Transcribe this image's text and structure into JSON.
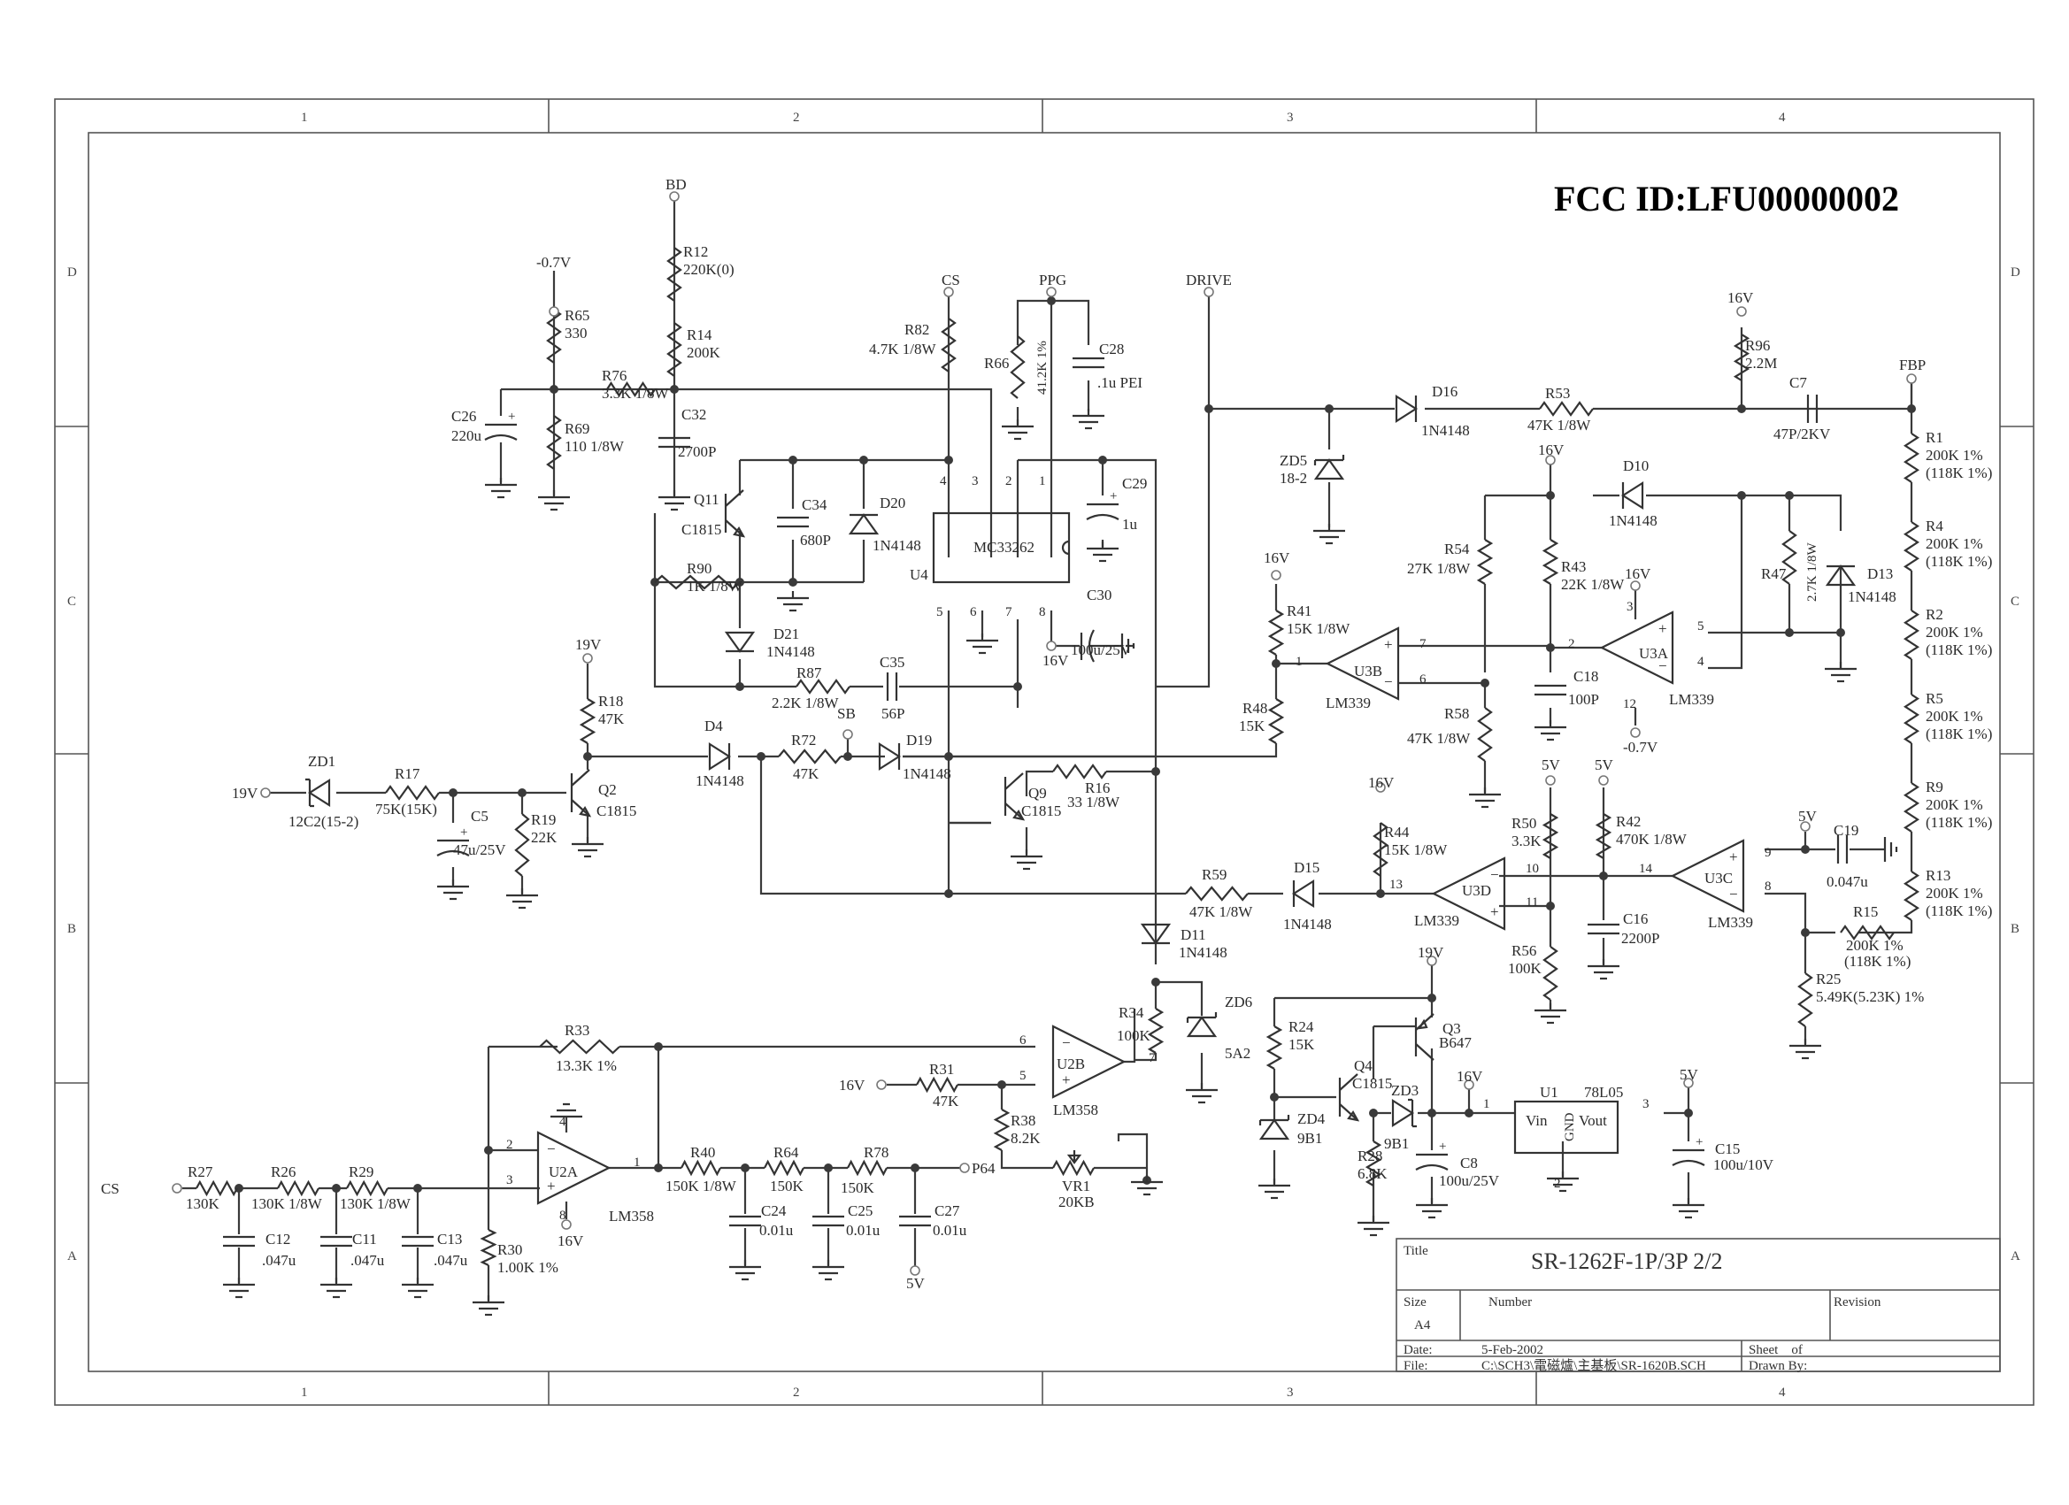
{
  "fcc_id": "FCC ID:LFU00000002",
  "border": {
    "columns": [
      "1",
      "2",
      "3",
      "4"
    ],
    "rows": [
      "D",
      "C",
      "B",
      "A"
    ]
  },
  "title_block": {
    "title_label": "Title",
    "title": "SR-1262F-1P/3P 2/2",
    "size_label": "Size",
    "size": "A4",
    "number_label": "Number",
    "number": "",
    "revision_label": "Revision",
    "revision": "",
    "date_label": "Date:",
    "date": "5-Feb-2002",
    "sheet_label": "Sheet    of",
    "file_label": "File:",
    "file": "C:\\SCH3\\電磁爐\\主基板\\SR-1620B.SCH",
    "drawn_by_label": "Drawn By:"
  },
  "ports": {
    "BD": "BD",
    "m07a": "-0.7V",
    "CS_top": "CS",
    "PPG": "PPG",
    "DRIVE": "DRIVE",
    "v16_r96": "16V",
    "FBP": "FBP",
    "v16_d10": "16V",
    "v16_r41": "16V",
    "v16_u3a": "16V",
    "m07b": "-0.7V",
    "v19_r18": "19V",
    "v19_in": "19V",
    "SB": "SB",
    "v16_c30": "16V",
    "v16_r44": "16V",
    "v5_r50": "5V",
    "v5_r42": "5V",
    "v5_c19": "5V",
    "v19_q3": "19V",
    "v16_u1": "16V",
    "v5_u1": "5V",
    "v16_r31": "16V",
    "P64": "P64",
    "v5_c27": "5V",
    "CS_left": "CS",
    "v16_u2a": "16V"
  },
  "components": {
    "R12": {
      "ref": "R12",
      "val": "220K(0)"
    },
    "R14": {
      "ref": "R14",
      "val": "200K"
    },
    "R65": {
      "ref": "R65",
      "val": "330"
    },
    "R76": {
      "ref": "R76",
      "val": "3.3K 1/8W"
    },
    "R69": {
      "ref": "R69",
      "val": "110 1/8W"
    },
    "C26": {
      "ref": "C26",
      "val": "220u"
    },
    "C32": {
      "ref": "C32",
      "val": "2700P"
    },
    "R82": {
      "ref": "R82",
      "val": "4.7K 1/8W"
    },
    "R66": {
      "ref": "R66",
      "val": "41.2K 1%"
    },
    "C28": {
      "ref": "C28",
      "val": ".1u PEI"
    },
    "C29": {
      "ref": "C29",
      "val": "1u"
    },
    "C30": {
      "ref": "C30",
      "val": "100u/25V"
    },
    "U4": {
      "ref": "U4",
      "val": "MC33262"
    },
    "Q11": {
      "ref": "Q11",
      "val": "C1815"
    },
    "C34": {
      "ref": "C34",
      "val": "680P"
    },
    "D20": {
      "ref": "D20",
      "val": "1N4148"
    },
    "R90": {
      "ref": "R90",
      "val": "1K 1/8W"
    },
    "D21": {
      "ref": "D21",
      "val": "1N4148"
    },
    "R87": {
      "ref": "R87",
      "val": "2.2K 1/8W"
    },
    "C35": {
      "ref": "C35",
      "val": "56P"
    },
    "D16": {
      "ref": "D16",
      "val": "1N4148"
    },
    "R53": {
      "ref": "R53",
      "val": "47K 1/8W"
    },
    "ZD5": {
      "ref": "ZD5",
      "val": "18-2"
    },
    "R96": {
      "ref": "R96",
      "val": "2.2M"
    },
    "C7": {
      "ref": "C7",
      "val": "47P/2KV"
    },
    "R1": {
      "ref": "R1",
      "val": "200K 1%",
      "alt": "(118K 1%)"
    },
    "R4": {
      "ref": "R4",
      "val": "200K 1%",
      "alt": "(118K 1%)"
    },
    "R2": {
      "ref": "R2",
      "val": "200K 1%",
      "alt": "(118K 1%)"
    },
    "R5": {
      "ref": "R5",
      "val": "200K 1%",
      "alt": "(118K 1%)"
    },
    "R9": {
      "ref": "R9",
      "val": "200K 1%",
      "alt": "(118K 1%)"
    },
    "R13": {
      "ref": "R13",
      "val": "200K 1%",
      "alt": "(118K 1%)"
    },
    "R15": {
      "ref": "R15",
      "val": "200K 1%",
      "alt": "(118K 1%)"
    },
    "R25": {
      "ref": "R25",
      "val": "5.49K(5.23K) 1%"
    },
    "D10": {
      "ref": "D10",
      "val": "1N4148"
    },
    "R54": {
      "ref": "R54",
      "val": "27K 1/8W"
    },
    "R43": {
      "ref": "R43",
      "val": "22K 1/8W"
    },
    "R47": {
      "ref": "R47",
      "val": "2.7K 1/8W"
    },
    "D13": {
      "ref": "D13",
      "val": "1N4148"
    },
    "U3A": {
      "ref": "U3A",
      "val": "LM339"
    },
    "U3B": {
      "ref": "U3B",
      "val": "LM339"
    },
    "U3C": {
      "ref": "U3C",
      "val": "LM339"
    },
    "U3D": {
      "ref": "U3D",
      "val": "LM339"
    },
    "C18": {
      "ref": "C18",
      "val": "100P"
    },
    "R41": {
      "ref": "R41",
      "val": "15K 1/8W"
    },
    "R48": {
      "ref": "R48",
      "val": "15K"
    },
    "R58": {
      "ref": "R58",
      "val": "47K 1/8W"
    },
    "ZD1": {
      "ref": "ZD1",
      "val": "12C2(15-2)"
    },
    "R17": {
      "ref": "R17",
      "val": "75K(15K)"
    },
    "C5": {
      "ref": "C5",
      "val": "47u/25V"
    },
    "R19": {
      "ref": "R19",
      "val": "22K"
    },
    "R18": {
      "ref": "R18",
      "val": "47K"
    },
    "Q2": {
      "ref": "Q2",
      "val": "C1815"
    },
    "D4": {
      "ref": "D4",
      "val": "1N4148"
    },
    "R72": {
      "ref": "R72",
      "val": "47K"
    },
    "D19": {
      "ref": "D19",
      "val": "1N4148"
    },
    "Q9": {
      "ref": "Q9",
      "val": "C1815"
    },
    "R16": {
      "ref": "R16",
      "val": "33 1/8W"
    },
    "R59": {
      "ref": "R59",
      "val": "47K 1/8W"
    },
    "D15": {
      "ref": "D15",
      "val": "1N4148"
    },
    "R44": {
      "ref": "R44",
      "val": "15K 1/8W"
    },
    "R50": {
      "ref": "R50",
      "val": "3.3K"
    },
    "R56": {
      "ref": "R56",
      "val": "100K"
    },
    "R42": {
      "ref": "R42",
      "val": "470K 1/8W"
    },
    "C16": {
      "ref": "C16",
      "val": "2200P"
    },
    "C19": {
      "ref": "C19",
      "val": "0.047u"
    },
    "D11": {
      "ref": "D11",
      "val": "1N4148"
    },
    "R34": {
      "ref": "R34",
      "val": "100K"
    },
    "ZD6": {
      "ref": "ZD6",
      "val": "5A2"
    },
    "R24": {
      "ref": "R24",
      "val": "15K"
    },
    "Q3": {
      "ref": "Q3",
      "val": "B647"
    },
    "Q4": {
      "ref": "Q4",
      "val": "C1815"
    },
    "ZD3": {
      "ref": "ZD3",
      "val": "9B1"
    },
    "ZD4": {
      "ref": "ZD4",
      "val": "9B1"
    },
    "R28": {
      "ref": "R28",
      "val": "6.8K"
    },
    "C8": {
      "ref": "C8",
      "val": "100u/25V"
    },
    "U1": {
      "ref": "U1",
      "val": "78L05",
      "vin": "Vin",
      "gnd": "GND",
      "vout": "Vout"
    },
    "C15": {
      "ref": "C15",
      "val": "100u/10V"
    },
    "R33": {
      "ref": "R33",
      "val": "13.3K 1%"
    },
    "U2A": {
      "ref": "U2A",
      "val": "LM358"
    },
    "U2B": {
      "ref": "U2B",
      "val": "LM358"
    },
    "R31": {
      "ref": "R31",
      "val": "47K"
    },
    "R38": {
      "ref": "R38",
      "val": "8.2K"
    },
    "VR1": {
      "ref": "VR1",
      "val": "20KB"
    },
    "R27": {
      "ref": "R27",
      "val": "130K"
    },
    "R26": {
      "ref": "R26",
      "val": "130K 1/8W"
    },
    "R29": {
      "ref": "R29",
      "val": "130K 1/8W"
    },
    "C12": {
      "ref": "C12",
      "val": ".047u"
    },
    "C11": {
      "ref": "C11",
      "val": ".047u"
    },
    "C13": {
      "ref": "C13",
      "val": ".047u"
    },
    "R30": {
      "ref": "R30",
      "val": "1.00K 1%"
    },
    "R40": {
      "ref": "R40",
      "val": "150K 1/8W"
    },
    "R64": {
      "ref": "R64",
      "val": "150K"
    },
    "R78": {
      "ref": "R78",
      "val": "150K"
    },
    "C24": {
      "ref": "C24",
      "val": "0.01u"
    },
    "C25": {
      "ref": "C25",
      "val": "0.01u"
    },
    "C27": {
      "ref": "C27",
      "val": "0.01u"
    }
  },
  "pins": {
    "u4": [
      "4",
      "3",
      "2",
      "1",
      "5",
      "6",
      "7",
      "8"
    ],
    "u3b": [
      "1",
      "7",
      "6"
    ],
    "u3a": [
      "2",
      "3",
      "5",
      "4",
      "12"
    ],
    "u3d": [
      "13",
      "10",
      "11"
    ],
    "u3c": [
      "14",
      "9",
      "8"
    ],
    "u2a": [
      "2",
      "3",
      "1",
      "4",
      "8"
    ],
    "u2b": [
      "6",
      "5",
      "7"
    ],
    "u1": [
      "1",
      "2",
      "3"
    ]
  },
  "symbols": {
    "plus": "+",
    "minus": "−"
  }
}
